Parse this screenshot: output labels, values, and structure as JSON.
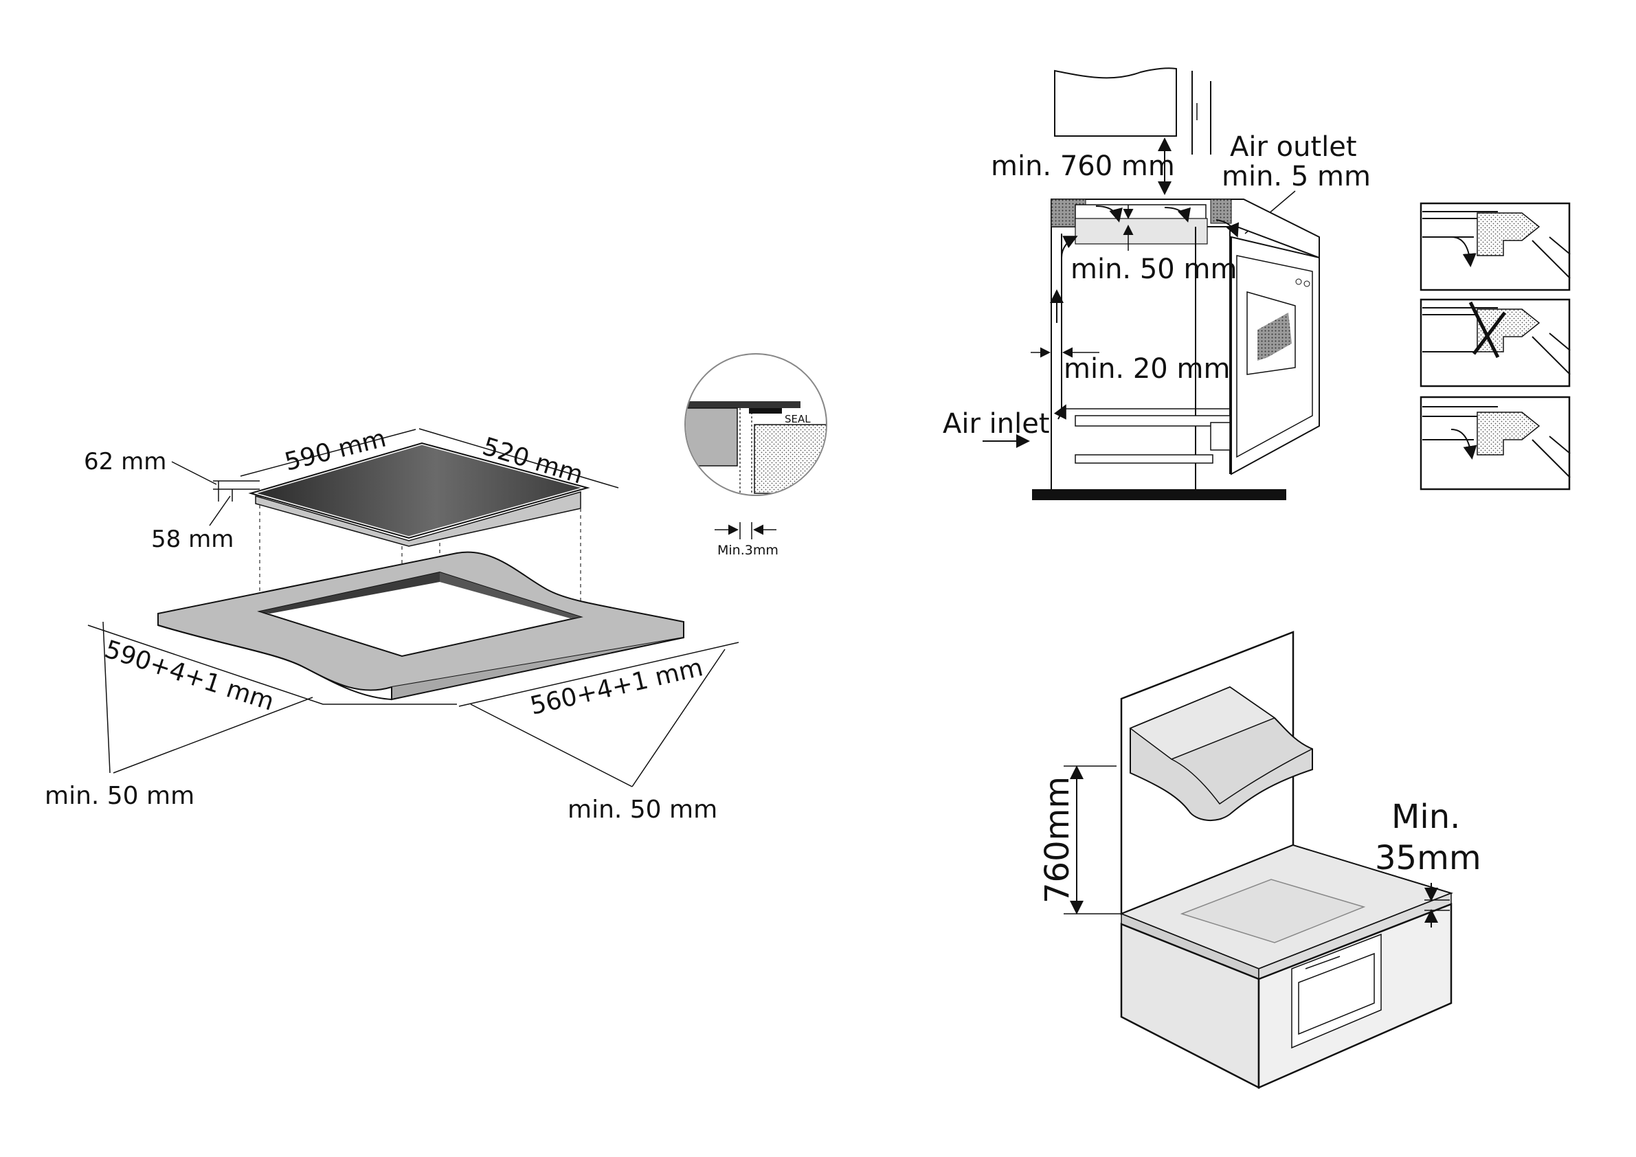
{
  "hob_diagram": {
    "width_label": "590 mm",
    "depth_label": "520 mm",
    "height_total_label": "62 mm",
    "height_under_label": "58 mm",
    "cutout_width_label": "590+4+1 mm",
    "cutout_depth_label": "560+4+1 mm",
    "clearance_left_label": "min. 50 mm",
    "clearance_front_label": "min. 50 mm"
  },
  "seal_detail": {
    "seal_label": "SEAL",
    "gap_label": "Min.3mm"
  },
  "ventilation_diagram": {
    "hood_clearance_label": "min. 760 mm",
    "air_outlet_label": "Air outlet",
    "air_outlet_gap_label": "min. 5 mm",
    "top_gap_label": "min. 50 mm",
    "wall_gap_label": "min. 20 mm",
    "air_inlet_label": "Air inlet"
  },
  "kitchen_diagram": {
    "height_label": "760mm",
    "worktop_label_line1": "Min.",
    "worktop_label_line2": "35mm"
  },
  "colors": {
    "glass_dark": "#3f3f3f",
    "worktop_grey": "#bdbdbd",
    "line": "#111111"
  }
}
